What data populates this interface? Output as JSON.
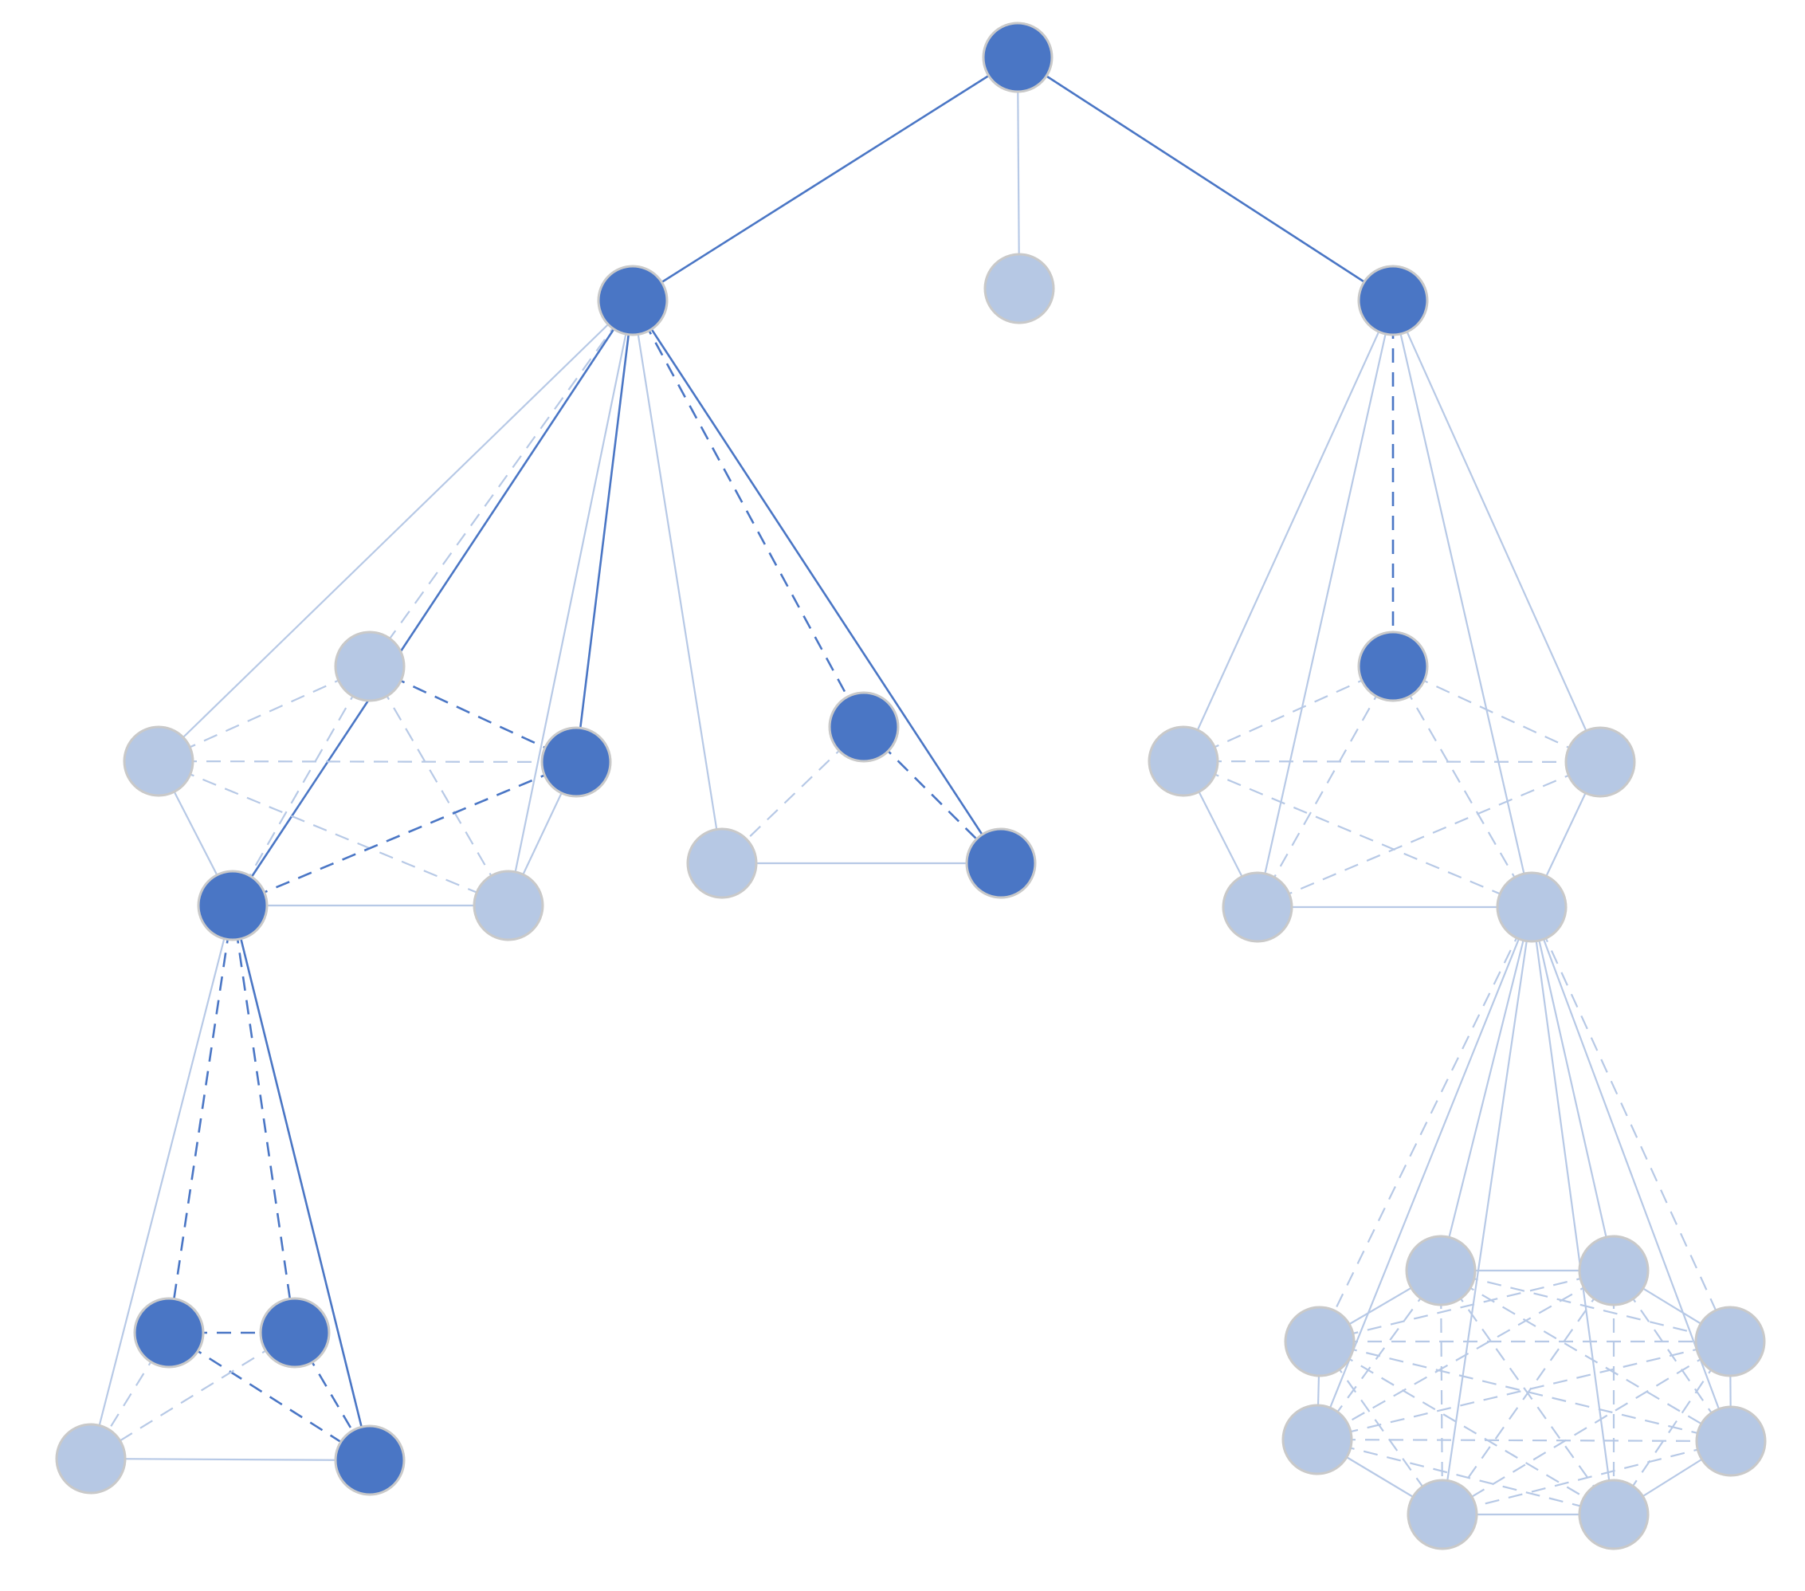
{
  "colors": {
    "background": "#ffffff",
    "active_node": "#4a76c5",
    "inactive_node": "#b6c8e4",
    "node_outline": "#c9c9c9",
    "active_edge": "#4a76c5",
    "inactive_edge": "#b7c9e6"
  },
  "nodes": [
    {
      "id": "root",
      "state": "active"
    },
    {
      "id": "l1-left",
      "state": "active"
    },
    {
      "id": "l1-mid",
      "state": "inactive"
    },
    {
      "id": "l1-right",
      "state": "active"
    },
    {
      "id": "a-top",
      "state": "inactive"
    },
    {
      "id": "a-left",
      "state": "inactive"
    },
    {
      "id": "a-right",
      "state": "active"
    },
    {
      "id": "a-bl",
      "state": "active"
    },
    {
      "id": "a-br",
      "state": "inactive"
    },
    {
      "id": "b-top",
      "state": "active"
    },
    {
      "id": "b-left",
      "state": "inactive"
    },
    {
      "id": "b-right",
      "state": "active"
    },
    {
      "id": "c-top",
      "state": "active"
    },
    {
      "id": "c-left",
      "state": "inactive"
    },
    {
      "id": "c-right",
      "state": "inactive"
    },
    {
      "id": "c-bl",
      "state": "inactive"
    },
    {
      "id": "c-br",
      "state": "inactive"
    },
    {
      "id": "d-tl",
      "state": "active"
    },
    {
      "id": "d-tr",
      "state": "active"
    },
    {
      "id": "d-bl",
      "state": "inactive"
    },
    {
      "id": "d-br",
      "state": "active"
    },
    {
      "id": "e-1",
      "state": "inactive"
    },
    {
      "id": "e-2",
      "state": "inactive"
    },
    {
      "id": "e-3",
      "state": "inactive"
    },
    {
      "id": "e-4",
      "state": "inactive"
    },
    {
      "id": "e-5",
      "state": "inactive"
    },
    {
      "id": "e-6",
      "state": "inactive"
    },
    {
      "id": "e-7",
      "state": "inactive"
    },
    {
      "id": "e-8",
      "state": "inactive"
    }
  ],
  "edges": [
    {
      "from": "root",
      "to": "l1-left",
      "style": "solid",
      "state": "active"
    },
    {
      "from": "root",
      "to": "l1-mid",
      "style": "solid",
      "state": "inactive"
    },
    {
      "from": "root",
      "to": "l1-right",
      "style": "solid",
      "state": "active"
    },
    {
      "from": "l1-left",
      "to": "a-left",
      "style": "solid",
      "state": "inactive"
    },
    {
      "from": "l1-left",
      "to": "a-top",
      "style": "dashed",
      "state": "inactive"
    },
    {
      "from": "l1-left",
      "to": "a-bl",
      "style": "solid",
      "state": "active"
    },
    {
      "from": "l1-left",
      "to": "a-right",
      "style": "solid",
      "state": "active"
    },
    {
      "from": "l1-left",
      "to": "a-br",
      "style": "solid",
      "state": "inactive"
    },
    {
      "from": "l1-left",
      "to": "b-left",
      "style": "solid",
      "state": "inactive"
    },
    {
      "from": "l1-left",
      "to": "b-top",
      "style": "dashed",
      "state": "active"
    },
    {
      "from": "l1-left",
      "to": "b-right",
      "style": "solid",
      "state": "active"
    },
    {
      "from": "a-top",
      "to": "a-left",
      "style": "dashed",
      "state": "inactive"
    },
    {
      "from": "a-top",
      "to": "a-right",
      "style": "dashed",
      "state": "active"
    },
    {
      "from": "a-top",
      "to": "a-bl",
      "style": "dashed",
      "state": "inactive"
    },
    {
      "from": "a-top",
      "to": "a-br",
      "style": "dashed",
      "state": "inactive"
    },
    {
      "from": "a-left",
      "to": "a-right",
      "style": "dashed",
      "state": "inactive"
    },
    {
      "from": "a-left",
      "to": "a-bl",
      "style": "solid",
      "state": "inactive"
    },
    {
      "from": "a-left",
      "to": "a-br",
      "style": "dashed",
      "state": "inactive"
    },
    {
      "from": "a-right",
      "to": "a-bl",
      "style": "dashed",
      "state": "active"
    },
    {
      "from": "a-right",
      "to": "a-br",
      "style": "solid",
      "state": "inactive"
    },
    {
      "from": "a-bl",
      "to": "a-br",
      "style": "solid",
      "state": "inactive"
    },
    {
      "from": "b-top",
      "to": "b-left",
      "style": "dashed",
      "state": "inactive"
    },
    {
      "from": "b-top",
      "to": "b-right",
      "style": "dashed",
      "state": "active"
    },
    {
      "from": "b-left",
      "to": "b-right",
      "style": "solid",
      "state": "inactive"
    },
    {
      "from": "l1-right",
      "to": "c-top",
      "style": "dashed",
      "state": "active"
    },
    {
      "from": "l1-right",
      "to": "c-left",
      "style": "solid",
      "state": "inactive"
    },
    {
      "from": "l1-right",
      "to": "c-right",
      "style": "solid",
      "state": "inactive"
    },
    {
      "from": "l1-right",
      "to": "c-bl",
      "style": "solid",
      "state": "inactive"
    },
    {
      "from": "l1-right",
      "to": "c-br",
      "style": "solid",
      "state": "inactive"
    },
    {
      "from": "c-top",
      "to": "c-left",
      "style": "dashed",
      "state": "inactive"
    },
    {
      "from": "c-top",
      "to": "c-right",
      "style": "dashed",
      "state": "inactive"
    },
    {
      "from": "c-top",
      "to": "c-bl",
      "style": "dashed",
      "state": "inactive"
    },
    {
      "from": "c-top",
      "to": "c-br",
      "style": "dashed",
      "state": "inactive"
    },
    {
      "from": "c-left",
      "to": "c-right",
      "style": "dashed",
      "state": "inactive"
    },
    {
      "from": "c-left",
      "to": "c-bl",
      "style": "solid",
      "state": "inactive"
    },
    {
      "from": "c-left",
      "to": "c-br",
      "style": "dashed",
      "state": "inactive"
    },
    {
      "from": "c-right",
      "to": "c-bl",
      "style": "dashed",
      "state": "inactive"
    },
    {
      "from": "c-right",
      "to": "c-br",
      "style": "solid",
      "state": "inactive"
    },
    {
      "from": "c-bl",
      "to": "c-br",
      "style": "solid",
      "state": "inactive"
    },
    {
      "from": "a-bl",
      "to": "d-bl",
      "style": "solid",
      "state": "inactive"
    },
    {
      "from": "a-bl",
      "to": "d-tl",
      "style": "dashed",
      "state": "active"
    },
    {
      "from": "a-bl",
      "to": "d-tr",
      "style": "dashed",
      "state": "active"
    },
    {
      "from": "a-bl",
      "to": "d-br",
      "style": "solid",
      "state": "active"
    },
    {
      "from": "d-tl",
      "to": "d-tr",
      "style": "dashed",
      "state": "active"
    },
    {
      "from": "d-tl",
      "to": "d-bl",
      "style": "dashed",
      "state": "inactive"
    },
    {
      "from": "d-tl",
      "to": "d-br",
      "style": "dashed",
      "state": "active"
    },
    {
      "from": "d-tr",
      "to": "d-bl",
      "style": "dashed",
      "state": "inactive"
    },
    {
      "from": "d-tr",
      "to": "d-br",
      "style": "dashed",
      "state": "active"
    },
    {
      "from": "d-bl",
      "to": "d-br",
      "style": "solid",
      "state": "inactive"
    },
    {
      "from": "c-br",
      "to": "e-1",
      "style": "solid",
      "state": "inactive"
    },
    {
      "from": "c-br",
      "to": "e-2",
      "style": "solid",
      "state": "inactive"
    },
    {
      "from": "c-br",
      "to": "e-3",
      "style": "dashed",
      "state": "inactive"
    },
    {
      "from": "c-br",
      "to": "e-4",
      "style": "dashed",
      "state": "inactive"
    },
    {
      "from": "c-br",
      "to": "e-5",
      "style": "solid",
      "state": "inactive"
    },
    {
      "from": "c-br",
      "to": "e-6",
      "style": "solid",
      "state": "inactive"
    },
    {
      "from": "c-br",
      "to": "e-7",
      "style": "solid",
      "state": "inactive"
    },
    {
      "from": "c-br",
      "to": "e-8",
      "style": "solid",
      "state": "inactive"
    }
  ],
  "clique_e": {
    "members": [
      "e-1",
      "e-2",
      "e-3",
      "e-4",
      "e-5",
      "e-6",
      "e-7",
      "e-8"
    ],
    "ring_style": "solid",
    "inner_style": "dashed",
    "state": "inactive"
  }
}
